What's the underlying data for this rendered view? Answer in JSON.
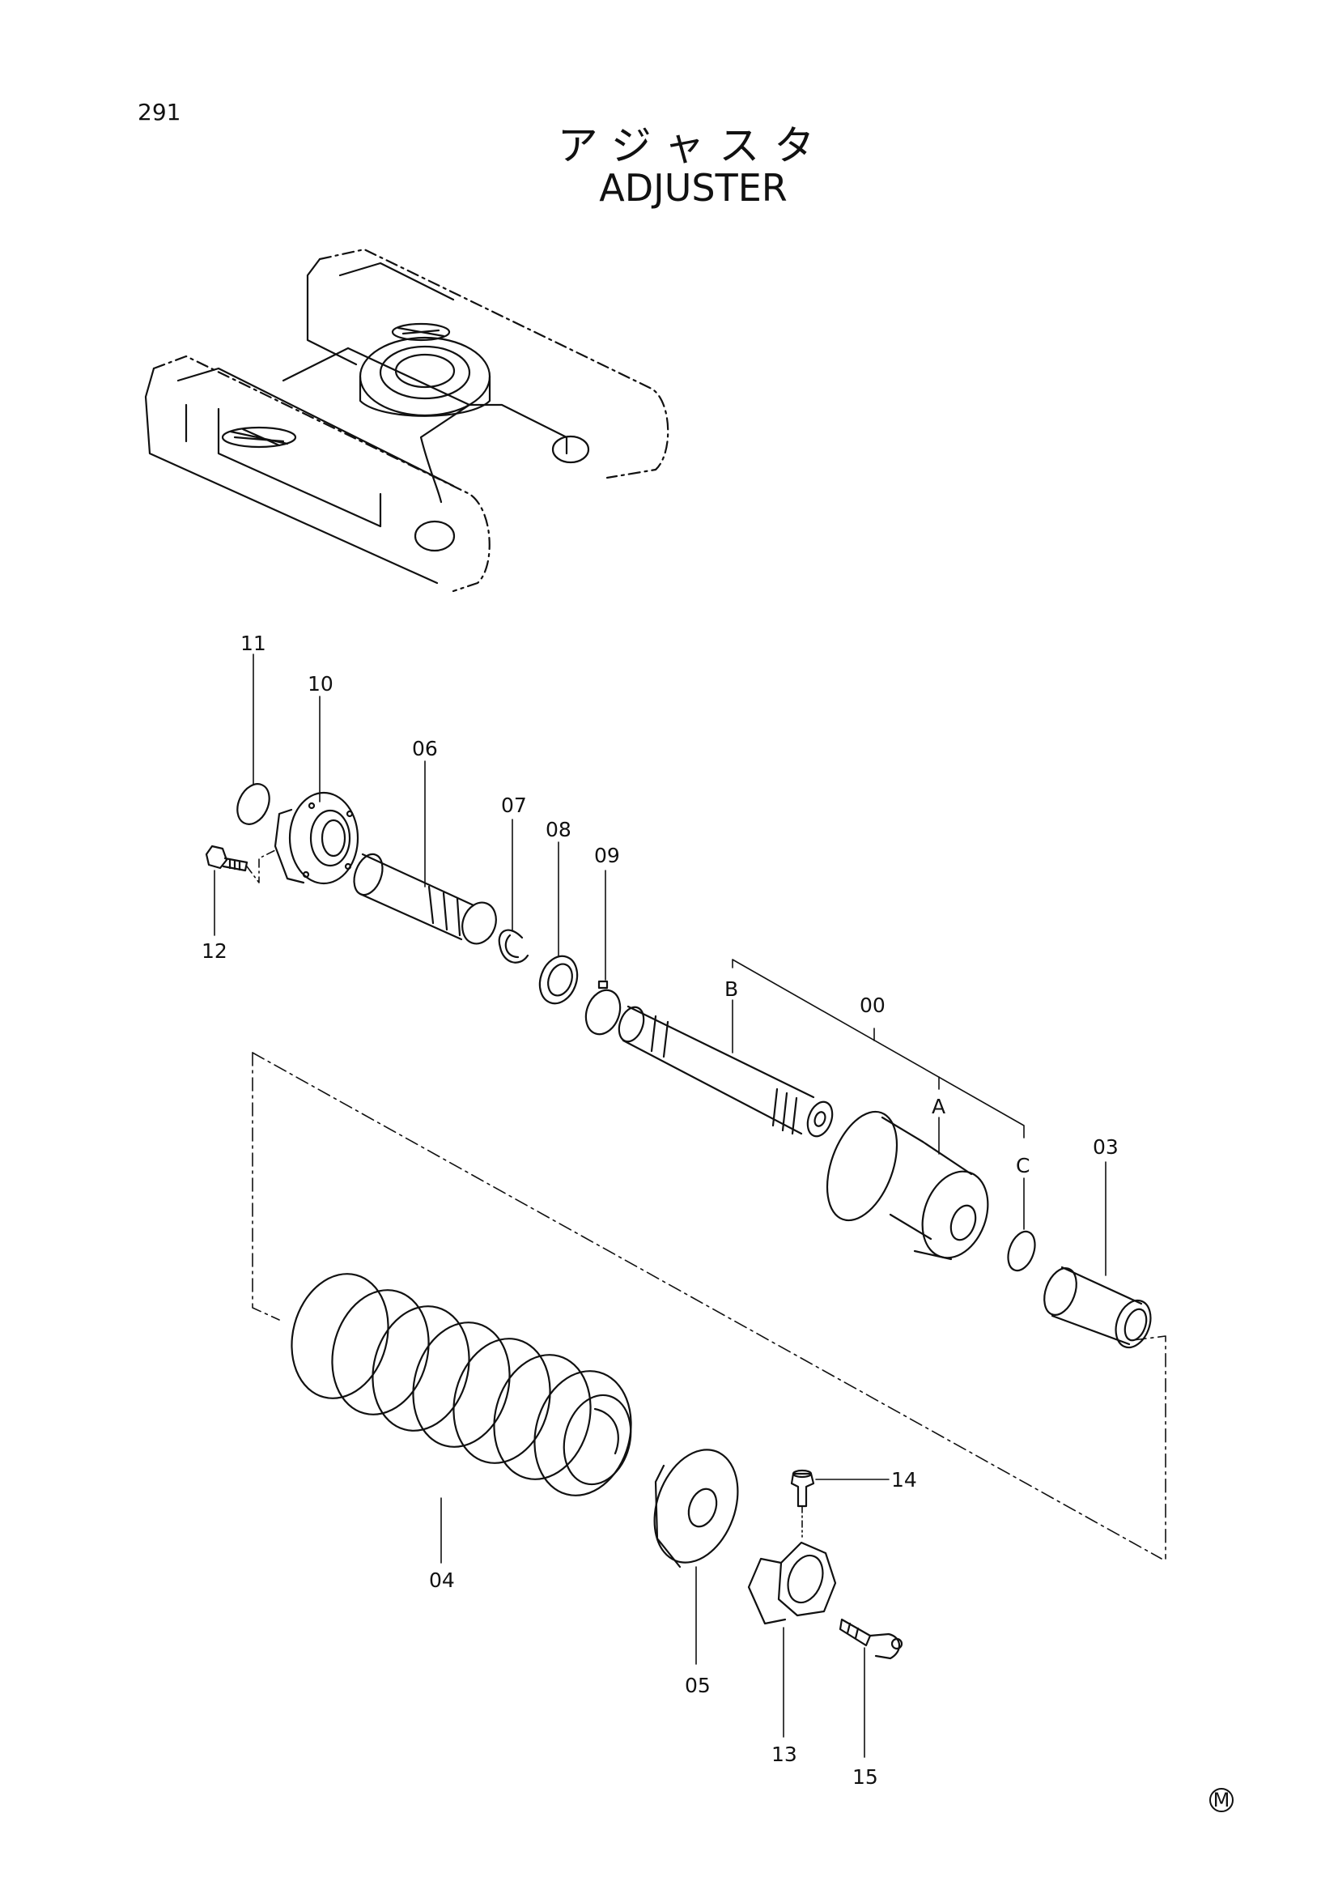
{
  "header": {
    "page_number": "291",
    "title_ja": "アジャスタ",
    "title_en": "ADJUSTER"
  },
  "callouts": {
    "c00": "00",
    "c03": "03",
    "c04": "04",
    "c05": "05",
    "c06": "06",
    "c07": "07",
    "c08": "08",
    "c09": "09",
    "c10": "10",
    "c11": "11",
    "c12": "12",
    "c13": "13",
    "c14": "14",
    "c15": "15",
    "ca": "A",
    "cb": "B",
    "cc": "C"
  },
  "footer": {
    "mark": "M"
  }
}
